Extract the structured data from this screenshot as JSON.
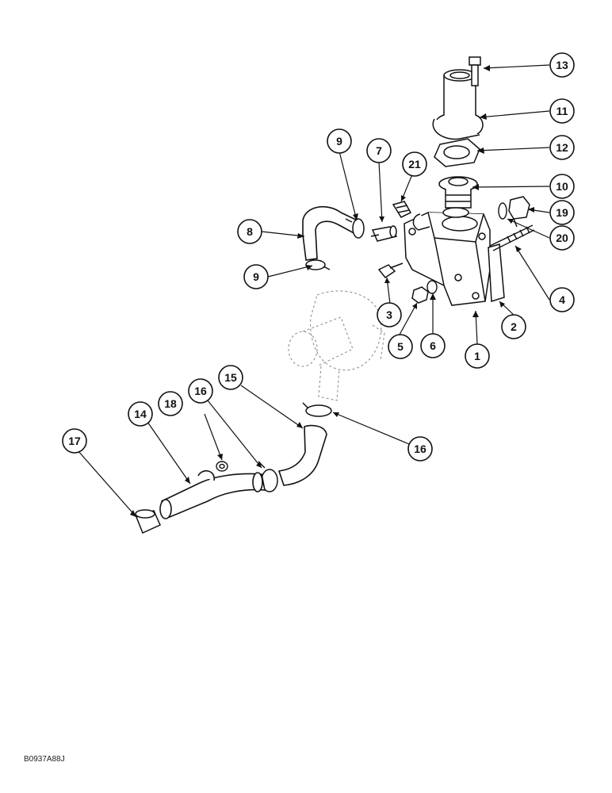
{
  "figure_code": "B0937A88J",
  "callouts": [
    {
      "label": "13"
    },
    {
      "label": "11"
    },
    {
      "label": "12"
    },
    {
      "label": "10"
    },
    {
      "label": "9"
    },
    {
      "label": "7"
    },
    {
      "label": "21"
    },
    {
      "label": "19"
    },
    {
      "label": "20"
    },
    {
      "label": "8"
    },
    {
      "label": "4"
    },
    {
      "label": "9"
    },
    {
      "label": "3"
    },
    {
      "label": "5"
    },
    {
      "label": "6"
    },
    {
      "label": "1"
    },
    {
      "label": "2"
    },
    {
      "label": "15"
    },
    {
      "label": "16"
    },
    {
      "label": "18"
    },
    {
      "label": "14"
    },
    {
      "label": "17"
    },
    {
      "label": "16"
    }
  ]
}
